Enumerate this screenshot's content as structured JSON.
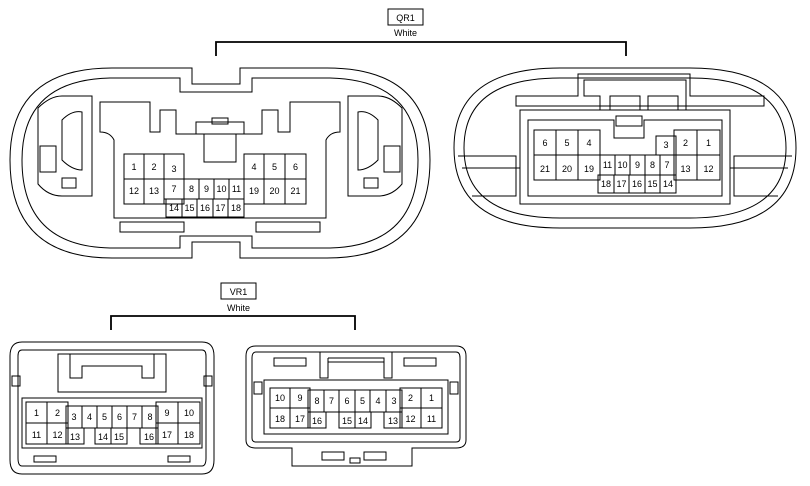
{
  "connectors": [
    {
      "id": "qr1",
      "label": "QR1",
      "color_text": "White",
      "left_view": {
        "grid_a": [
          [
            "1",
            "2",
            "3"
          ],
          [
            "12",
            "13",
            "7"
          ]
        ],
        "row_center_top": [
          "8",
          "9",
          "10",
          "11"
        ],
        "row_center_bottom": [
          "14",
          "15",
          "16",
          "17",
          "18"
        ],
        "grid_b": [
          [
            "4",
            "5",
            "6"
          ],
          [
            "19",
            "20",
            "21"
          ]
        ]
      },
      "right_view": {
        "grid_a": [
          [
            "6",
            "5",
            "4"
          ],
          [
            "21",
            "20",
            "19"
          ]
        ],
        "row_center_top": [
          "11",
          "10",
          "9",
          "8",
          "7"
        ],
        "row_center_bottom": [
          "18",
          "17",
          "16",
          "15",
          "14"
        ],
        "grid_b": [
          [
            "3",
            "2",
            "1"
          ],
          [
            "13",
            "12"
          ]
        ]
      }
    },
    {
      "id": "vr1",
      "label": "VR1",
      "color_text": "White",
      "left_view": {
        "top": [
          "1",
          "2",
          "3",
          "4",
          "5",
          "6",
          "7",
          "8",
          "9",
          "10"
        ],
        "bottom": [
          "11",
          "12",
          "13",
          "14",
          "15",
          "16",
          "17",
          "18"
        ]
      },
      "right_view": {
        "top": [
          "10",
          "9",
          "8",
          "7",
          "6",
          "5",
          "4",
          "3",
          "2",
          "1"
        ],
        "bottom": [
          "18",
          "17",
          "16",
          "15",
          "14",
          "13",
          "12",
          "11"
        ]
      }
    }
  ]
}
